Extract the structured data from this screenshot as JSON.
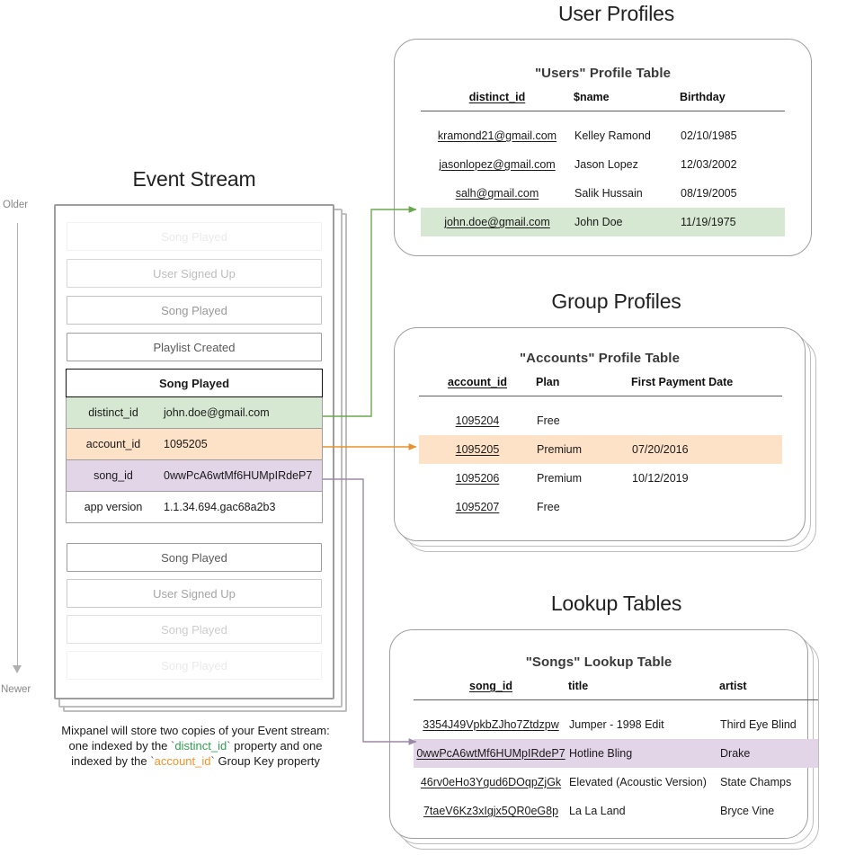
{
  "colors": {
    "green_highlight": "#d7e8d2",
    "orange_highlight": "#fde2c8",
    "purple_highlight": "#e3d5e8",
    "green_arrow": "#6aa84f",
    "orange_arrow": "#e8912d",
    "purple_arrow": "#9b8aa6",
    "card_border": "#9e9e9e"
  },
  "timeline": {
    "older_label": "Older",
    "newer_label": "Newer"
  },
  "event_stream": {
    "title": "Event Stream",
    "events_above": [
      {
        "label": "Song Played",
        "opacity": 0.12
      },
      {
        "label": "User Signed Up",
        "opacity": 0.4
      },
      {
        "label": "Song Played",
        "opacity": 0.62
      },
      {
        "label": "Playlist Created",
        "opacity": 1.0
      }
    ],
    "highlighted_event": {
      "name": "Song Played",
      "properties": [
        {
          "key": "distinct_id",
          "value": "john.doe@gmail.com",
          "highlight": "green"
        },
        {
          "key": "account_id",
          "value": "1095205",
          "highlight": "orange"
        },
        {
          "key": "song_id",
          "value": "0wwPcA6wtMf6HUMpIRdeP7",
          "highlight": "purple"
        },
        {
          "key": "app version",
          "value": "1.1.34.694.gac68a2b3",
          "highlight": "none"
        }
      ]
    },
    "events_below": [
      {
        "label": "Song Played",
        "opacity": 1.0
      },
      {
        "label": "User Signed Up",
        "opacity": 0.55
      },
      {
        "label": "Song Played",
        "opacity": 0.3
      },
      {
        "label": "Song Played",
        "opacity": 0.12
      }
    ],
    "caption": {
      "line1": "Mixpanel will store two copies of your Event stream:",
      "line2_pre": "one indexed by the ",
      "line2_token": "distinct_id",
      "line2_post": " property and one",
      "line3_pre": "indexed by the ",
      "line3_token": "account_id",
      "line3_post": " Group Key property"
    }
  },
  "user_profiles": {
    "title": "User Profiles",
    "table_title": "\"Users\" Profile Table",
    "columns": [
      "distinct_id",
      "$name",
      "Birthday"
    ],
    "rows": [
      {
        "cells": [
          "kramond21@gmail.com",
          "Kelley Ramond",
          "02/10/1985"
        ],
        "highlight": "none"
      },
      {
        "cells": [
          "jasonlopez@gmail.com",
          "Jason Lopez",
          "12/03/2002"
        ],
        "highlight": "none"
      },
      {
        "cells": [
          "salh@gmail.com",
          "Salik Hussain",
          "08/19/2005"
        ],
        "highlight": "none"
      },
      {
        "cells": [
          "john.doe@gmail.com",
          "John Doe",
          "11/19/1975"
        ],
        "highlight": "green"
      }
    ]
  },
  "group_profiles": {
    "title": "Group Profiles",
    "table_title": "\"Accounts\" Profile Table",
    "columns": [
      "account_id",
      "Plan",
      "First Payment Date"
    ],
    "rows": [
      {
        "cells": [
          "1095204",
          "Free",
          ""
        ],
        "highlight": "none"
      },
      {
        "cells": [
          "1095205",
          "Premium",
          "07/20/2016"
        ],
        "highlight": "orange"
      },
      {
        "cells": [
          "1095206",
          "Premium",
          "10/12/2019"
        ],
        "highlight": "none"
      },
      {
        "cells": [
          "1095207",
          "Free",
          ""
        ],
        "highlight": "none"
      }
    ]
  },
  "lookup_tables": {
    "title": "Lookup Tables",
    "table_title": "\"Songs\" Lookup Table",
    "columns": [
      "song_id",
      "title",
      "artist"
    ],
    "rows": [
      {
        "cells": [
          "3354J49VpkbZJho7Ztdzpw",
          "Jumper - 1998 Edit",
          "Third Eye Blind"
        ],
        "highlight": "none"
      },
      {
        "cells": [
          "0wwPcA6wtMf6HUMpIRdeP7",
          "Hotline Bling",
          "Drake"
        ],
        "highlight": "purple"
      },
      {
        "cells": [
          "46rv0eHo3Ygud6DOqpZjGk",
          "Elevated (Acoustic Version)",
          "State Champs"
        ],
        "highlight": "none"
      },
      {
        "cells": [
          "7taeV6Kz3xIgjx5QR0eG8p",
          "La La Land",
          "Bryce Vine"
        ],
        "highlight": "none"
      }
    ]
  }
}
